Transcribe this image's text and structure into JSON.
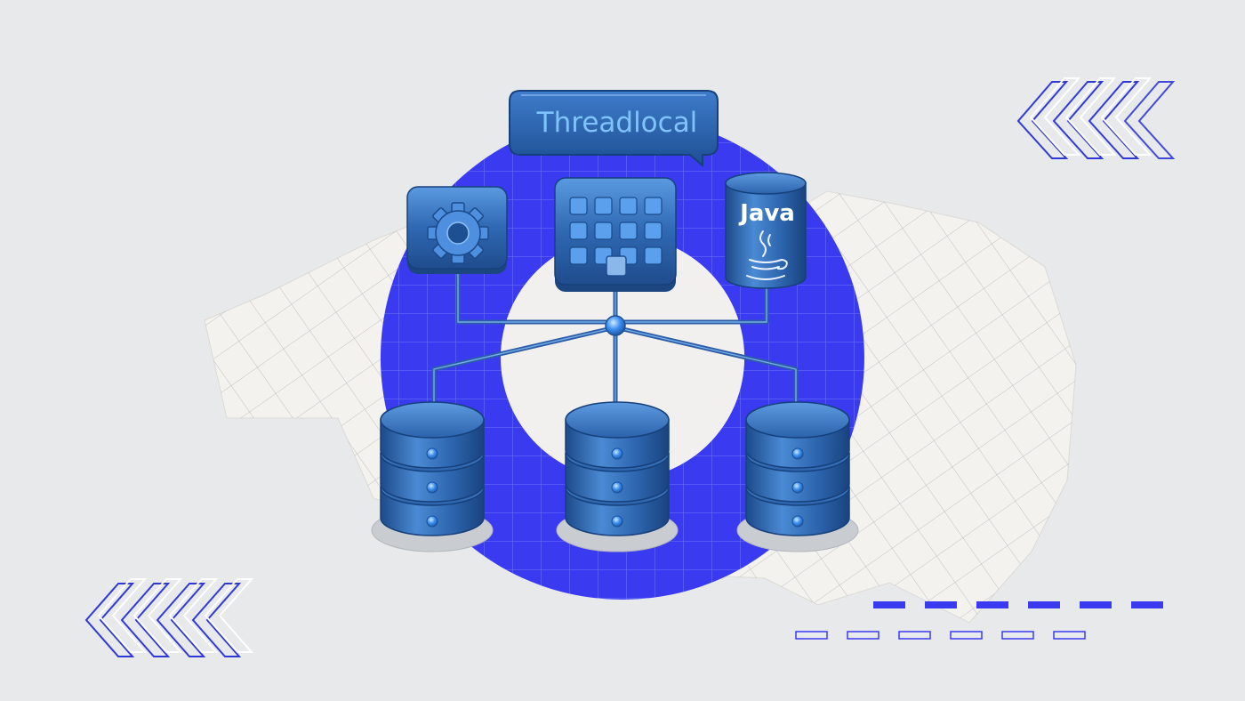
{
  "bubble": {
    "label": "Threadlocal"
  },
  "java_cylinder": {
    "label": "Java",
    "icon": "java-coffee-cup-icon"
  },
  "settings_box": {
    "icon": "gear-icon"
  },
  "app_box": {
    "icon": "grid-icon",
    "grid_rows": 3,
    "grid_cols": 4
  },
  "databases": [
    {
      "icon": "database-icon"
    },
    {
      "icon": "database-icon"
    },
    {
      "icon": "database-icon"
    }
  ],
  "colors": {
    "background": "#e7e9eb",
    "accent_blue": "#3a3bf0",
    "component_blue": "#2f63a8",
    "component_light": "#4f8fd6",
    "highlight": "#9fd0ff"
  }
}
